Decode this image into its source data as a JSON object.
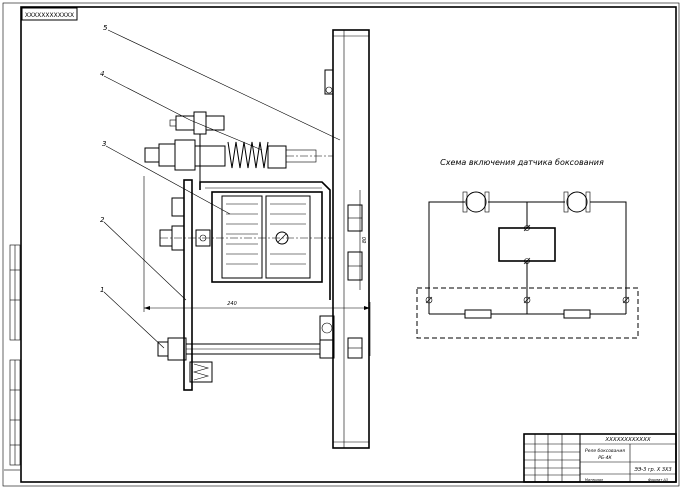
{
  "drawing": {
    "stamp_code": "ХХХХХХХХХХХХ",
    "leaders": [
      "5",
      "4",
      "3",
      "2",
      "1"
    ],
    "dim_width": "240",
    "dim_height": "80"
  },
  "scheme": {
    "title": "Схема включения датчика боксования"
  },
  "title_block": {
    "designation": "ХХХХХХХХХХХХ",
    "name_line1": "Реле боксования",
    "name_line2": "РБ-4К",
    "group": "ЭЭ-3 гр. Х 3Х3",
    "sheet": "Формат А3",
    "material": "Материал"
  }
}
